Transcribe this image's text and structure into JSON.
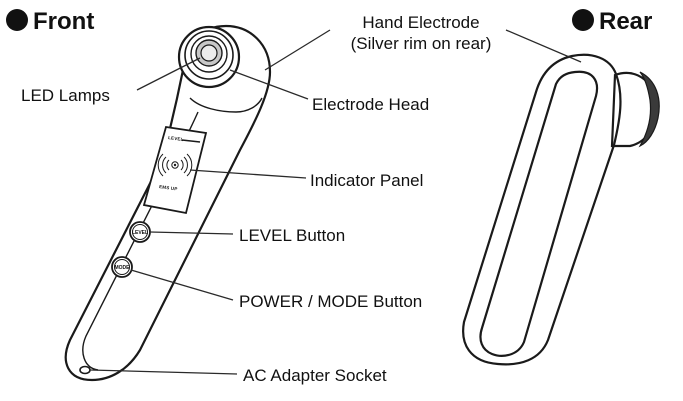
{
  "headings": {
    "front": "Front",
    "rear": "Rear"
  },
  "callouts": {
    "hand_electrode_line1": "Hand Electrode",
    "hand_electrode_line2": "(Silver rim on rear)",
    "led_lamps": "LED Lamps",
    "electrode_head": "Electrode Head",
    "indicator_panel": "Indicator Panel",
    "level_button": "LEVEL Button",
    "power_mode_button": "POWER / MODE Button",
    "ac_adapter_socket": "AC Adapter Socket"
  },
  "panel": {
    "level_text": "LEVEL",
    "ems_up_text": "EMS UP"
  },
  "buttons": {
    "level_label": "LEVEL",
    "mode_label": "MODE"
  }
}
